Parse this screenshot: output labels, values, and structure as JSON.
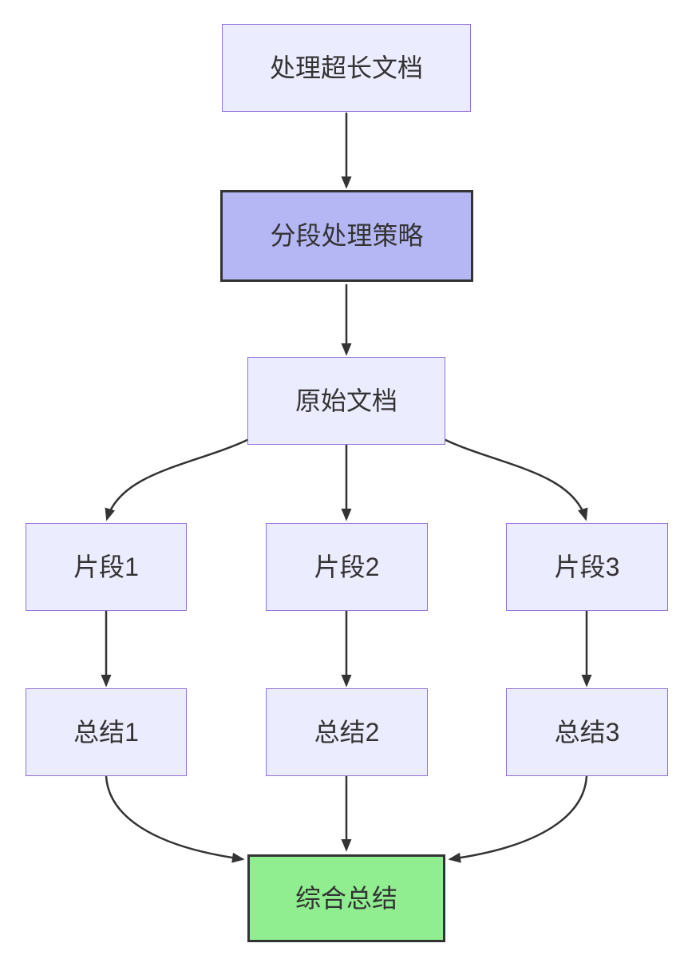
{
  "diagram": {
    "type": "flowchart",
    "direction": "top-down",
    "background": "#ffffff"
  },
  "colors": {
    "node_fill": "#ECECFF",
    "node_border": "#9370DB",
    "highlight_fill": "#B5B7F4",
    "highlight_border": "#333333",
    "result_fill": "#90EE90",
    "result_border": "#333333",
    "edge_stroke": "#333333",
    "text": "#333333"
  },
  "nodes": [
    {
      "id": "process-doc",
      "label": "处理超长文档",
      "style": "default"
    },
    {
      "id": "strategy",
      "label": "分段处理策略",
      "style": "highlight"
    },
    {
      "id": "original-doc",
      "label": "原始文档",
      "style": "default"
    },
    {
      "id": "chunk-1",
      "label": "片段1",
      "style": "default"
    },
    {
      "id": "chunk-2",
      "label": "片段2",
      "style": "default"
    },
    {
      "id": "chunk-3",
      "label": "片段3",
      "style": "default"
    },
    {
      "id": "summary-1",
      "label": "总结1",
      "style": "default"
    },
    {
      "id": "summary-2",
      "label": "总结2",
      "style": "default"
    },
    {
      "id": "summary-3",
      "label": "总结3",
      "style": "default"
    },
    {
      "id": "final-summary",
      "label": "综合总结",
      "style": "result"
    }
  ],
  "edges": [
    {
      "from": "process-doc",
      "to": "strategy"
    },
    {
      "from": "strategy",
      "to": "original-doc"
    },
    {
      "from": "original-doc",
      "to": "chunk-1"
    },
    {
      "from": "original-doc",
      "to": "chunk-2"
    },
    {
      "from": "original-doc",
      "to": "chunk-3"
    },
    {
      "from": "chunk-1",
      "to": "summary-1"
    },
    {
      "from": "chunk-2",
      "to": "summary-2"
    },
    {
      "from": "chunk-3",
      "to": "summary-3"
    },
    {
      "from": "summary-1",
      "to": "final-summary"
    },
    {
      "from": "summary-2",
      "to": "final-summary"
    },
    {
      "from": "summary-3",
      "to": "final-summary"
    }
  ]
}
